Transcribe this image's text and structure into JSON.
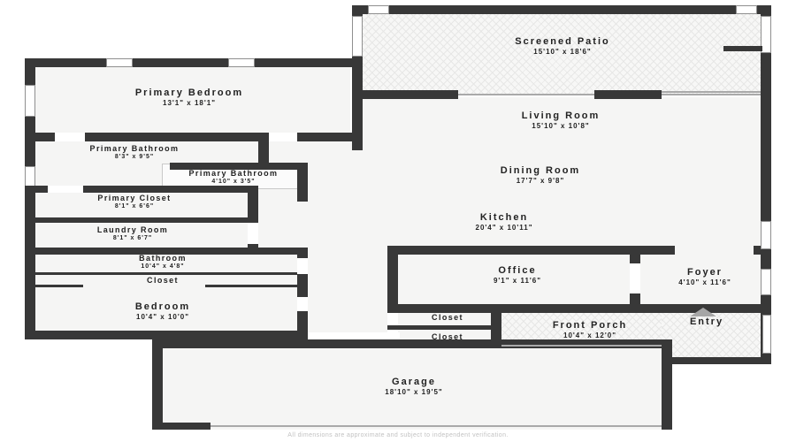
{
  "floorplan": {
    "title": "Residential floor plan",
    "rooms": [
      {
        "id": "screened-patio",
        "name": "Screened Patio",
        "dims": "15'10\" x 18'6\""
      },
      {
        "id": "primary-bedroom",
        "name": "Primary Bedroom",
        "dims": "13'1\" x 18'1\""
      },
      {
        "id": "living-room",
        "name": "Living Room",
        "dims": "15'10\" x 10'8\""
      },
      {
        "id": "primary-bathroom",
        "name": "Primary Bathroom",
        "dims": "8'3\" x 9'5\""
      },
      {
        "id": "primary-bathroom-small",
        "name": "Primary Bathroom",
        "dims": "4'10\" x 3'5\""
      },
      {
        "id": "dining-room",
        "name": "Dining Room",
        "dims": "17'7\" x 9'8\""
      },
      {
        "id": "primary-closet",
        "name": "Primary Closet",
        "dims": "8'1\" x 6'6\""
      },
      {
        "id": "laundry-room",
        "name": "Laundry Room",
        "dims": "8'1\" x 6'7\""
      },
      {
        "id": "kitchen",
        "name": "Kitchen",
        "dims": "20'4\" x 10'11\""
      },
      {
        "id": "bathroom",
        "name": "Bathroom",
        "dims": "10'4\" x 4'8\""
      },
      {
        "id": "hall-closet",
        "name": "Closet",
        "dims": ""
      },
      {
        "id": "office",
        "name": "Office",
        "dims": "9'1\" x 11'6\""
      },
      {
        "id": "foyer",
        "name": "Foyer",
        "dims": "4'10\" x 11'6\""
      },
      {
        "id": "bedroom",
        "name": "Bedroom",
        "dims": "10'4\" x 10'0\""
      },
      {
        "id": "closet-upper",
        "name": "Closet",
        "dims": ""
      },
      {
        "id": "closet-lower",
        "name": "Closet",
        "dims": ""
      },
      {
        "id": "front-porch",
        "name": "Front Porch",
        "dims": "10'4\" x 12'0\""
      },
      {
        "id": "entry",
        "name": "Entry",
        "dims": ""
      },
      {
        "id": "garage",
        "name": "Garage",
        "dims": "18'10\" x 19'5\""
      }
    ],
    "entry_arrow": "up-arrow",
    "footer": "All dimensions are approximate and subject to independent verification.",
    "colors": {
      "wall": "#383838",
      "room_fill": "#f5f5f4",
      "hatch_fill": "#f7f7f6",
      "text": "#222222"
    }
  }
}
